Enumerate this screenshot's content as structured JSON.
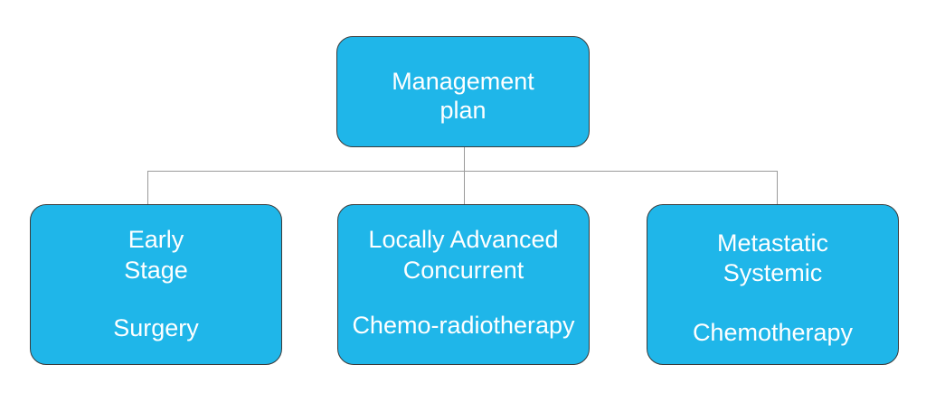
{
  "root": {
    "line1": "Management",
    "line2": "plan"
  },
  "branches": [
    {
      "line1": "Early",
      "line2": "Stage",
      "treatment": "Surgery"
    },
    {
      "line1": "Locally Advanced",
      "line2": "Concurrent",
      "treatment": "Chemo-radiotherapy"
    },
    {
      "line1": "Metastatic",
      "line2": "Systemic",
      "treatment": "Chemotherapy"
    }
  ],
  "colors": {
    "box": "#1fb6e9",
    "border": "#3a3a3a",
    "connector": "#9a9a9a",
    "text": "#ffffff"
  }
}
